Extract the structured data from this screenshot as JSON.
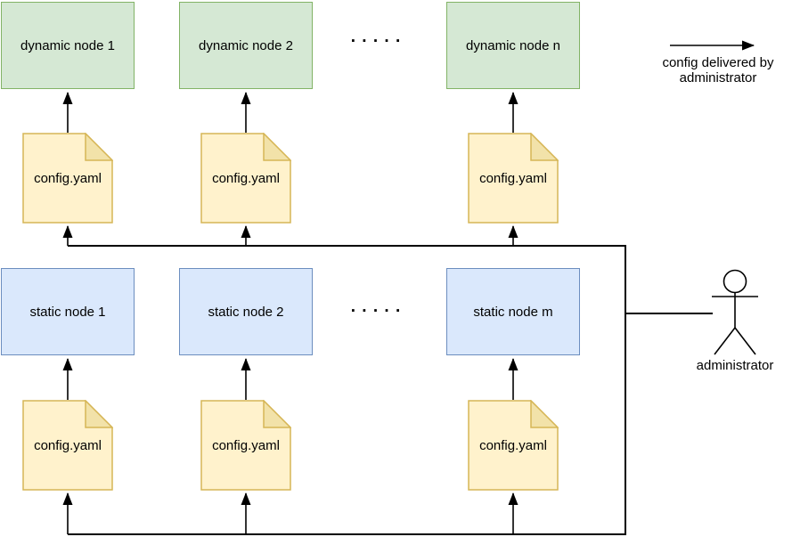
{
  "nodes": {
    "dynamic": [
      {
        "label": "dynamic node 1"
      },
      {
        "label": "dynamic node 2"
      },
      {
        "label": "dynamic node n"
      }
    ],
    "static": [
      {
        "label": "static node 1"
      },
      {
        "label": "static node 2"
      },
      {
        "label": "static node m"
      }
    ]
  },
  "configs": {
    "top": [
      {
        "label": "config.yaml"
      },
      {
        "label": "config.yaml"
      },
      {
        "label": "config.yaml"
      }
    ],
    "bottom": [
      {
        "label": "config.yaml"
      },
      {
        "label": "config.yaml"
      },
      {
        "label": "config.yaml"
      }
    ]
  },
  "ellipsis": {
    "top": ". . . . .",
    "middle": ". . . . ."
  },
  "legend": {
    "line1": "config delivered by",
    "line2": "administrator"
  },
  "actor": {
    "label": "administrator"
  },
  "colors": {
    "dynamic_fill": "#d5e8d4",
    "dynamic_stroke": "#82b366",
    "static_fill": "#dae8fc",
    "static_stroke": "#6c8ebf",
    "config_fill": "#fff2cc",
    "config_fold": "#f2e2a9",
    "config_stroke": "#d6b656",
    "line": "#000000"
  }
}
